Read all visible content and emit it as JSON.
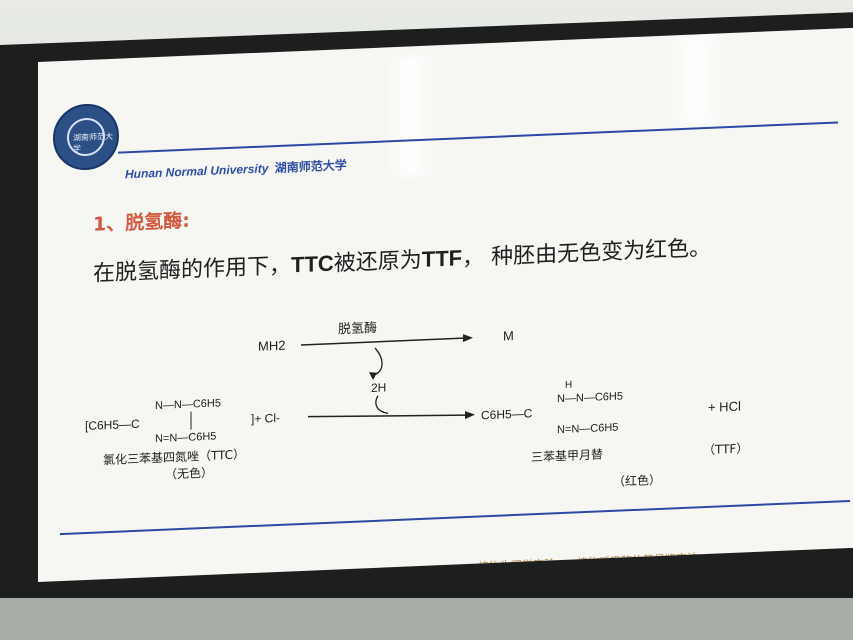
{
  "header": {
    "university": "Hunan Normal University",
    "university_cn": "湖南师范大学",
    "logo_text": "湖南师范大学"
  },
  "slide": {
    "heading": "1、脱氢酶:",
    "body_part1": "在脱氢酶的作用下，",
    "ttc": "TTC",
    "body_part2": "被还原为",
    "ttf": "TTF",
    "body_part3": "， 种胚由无色变为红色。"
  },
  "reaction": {
    "mh2": "MH2",
    "enzyme": "脱氢酶",
    "m": "M",
    "twoh": "2H",
    "ttc_formula": "[C6H5—C",
    "ttc_n1": "N—N—C6H5",
    "ttc_n2": "N=N—C6H5",
    "ttc_charge": "]+ Cl-",
    "ttc_name": "氯化三苯基四氮唑（TTC）",
    "ttc_color": "（无色）",
    "ttf_c6h5": "C6H5—C",
    "ttf_h": "H",
    "ttf_n1": "N—N—C6H5",
    "ttf_n2": "N=N—C6H5",
    "plus_hcl": "+ HCl",
    "ttf_name": "三苯基甲月替",
    "ttf_abbr": "（TTF）",
    "ttf_color": "（红色）"
  },
  "footer": {
    "text": "植物生理学实验——植物呼吸酶的简易鉴定法"
  }
}
